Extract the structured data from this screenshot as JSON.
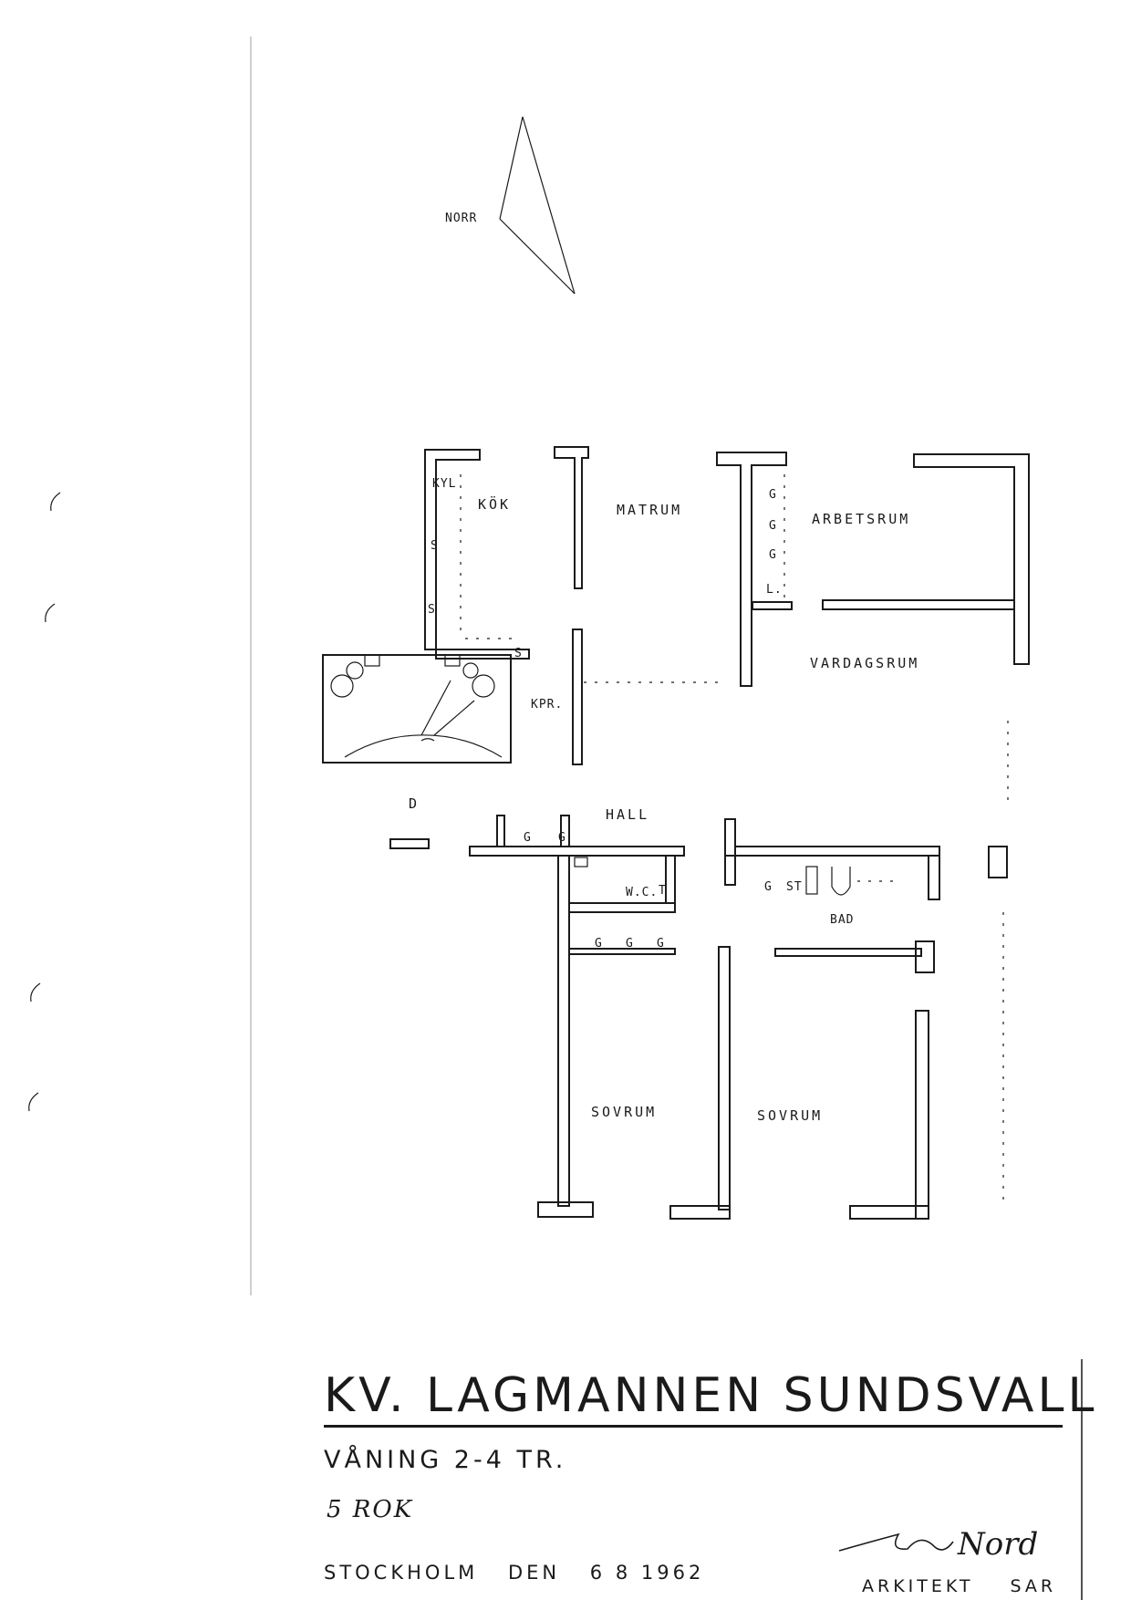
{
  "compass": {
    "label": "NORR"
  },
  "rooms": {
    "kyl": "KYL",
    "kok": "KÖK",
    "matrum": "MATRUM",
    "arbetsrum": "ARBETSRUM",
    "vardagsrum": "VARDAGSRUM",
    "kpr": "KPR.",
    "hall": "HALL",
    "wc": "W.C.",
    "bad": "BAD",
    "sovrum_1": "SOVRUM",
    "sovrum_2": "SOVRUM"
  },
  "fixtures": {
    "s": "S",
    "g": "G",
    "l": "L.",
    "t": "T",
    "st": "ST",
    "d": "D"
  },
  "title_block": {
    "title": "KV. LAGMANNEN SUNDSVALL",
    "floor": "VÅNING 2-4 TR.",
    "rooms": "5 ROK",
    "place": "STOCKHOLM",
    "den": "DEN",
    "date": "6 8 1962",
    "architect_title": "ARKITEKT",
    "architect_org": "SAR",
    "signature": "Nord"
  }
}
